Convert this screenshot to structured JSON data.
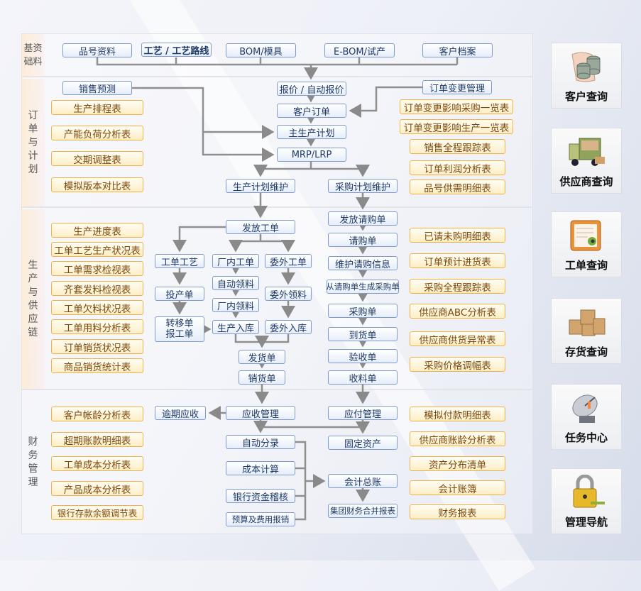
{
  "sections": {
    "basic": "基资础料",
    "order": "订单与计划",
    "prod": "生产与供应链",
    "fin": "财务管理"
  },
  "basic": [
    "品号资料",
    "工艺 / 工艺路线",
    "BOM/模具",
    "E-BOM/试产",
    "客户档案"
  ],
  "order": {
    "forecast": "销售预测",
    "quote": "报价 / 自动报价",
    "change": "订单变更管理",
    "customer_order": "客户订单",
    "mps": "主生产计划",
    "mrp": "MRP/LRP",
    "prod_plan": "生产计划维护",
    "pur_plan": "采购计划维护",
    "left_reports": [
      "生产排程表",
      "产能负荷分析表",
      "交期调整表",
      "模拟版本对比表"
    ],
    "right_reports": [
      "订单变更影响采购一览表",
      "订单变更影响生产一览表",
      "销售全程跟踪表",
      "订单利润分析表",
      "品号供需明细表"
    ]
  },
  "prod": {
    "release_wo": "发放工单",
    "wo_routing": "工单工艺",
    "in_wo": "厂内工单",
    "out_wo": "委外工单",
    "auto_issue": "自动领料",
    "in_issue": "厂内领料",
    "prod_in": "生产入库",
    "start": "投产单",
    "transfer": "转移单",
    "report": "报工单",
    "out_issue": "委外领料",
    "out_in": "委外入库",
    "ship": "发货单",
    "sale": "销货单",
    "release_pr": "发放请购单",
    "pr": "请购单",
    "pr_info": "维护请购信息",
    "pr_to_po": "从请购单生成采购单",
    "po": "采购单",
    "arrival": "到货单",
    "inspect": "验收单",
    "receipt": "收料单",
    "left_reports": [
      "生产进度表",
      "工单工艺生产状况表",
      "工单需求检视表",
      "齐套发料检视表",
      "工单欠料状况表",
      "工单用料分析表",
      "订单销货状况表",
      "商品销货统计表"
    ],
    "right_reports": [
      "已请未购明细表",
      "订单预计进货表",
      "采购全程跟踪表",
      "供应商ABC分析表",
      "供应商供货异常表",
      "采购价格调幅表"
    ]
  },
  "fin": {
    "overdue": "逾期应收",
    "ar": "应收管理",
    "ap": "应付管理",
    "auto_entry": "自动分录",
    "fixed": "固定资产",
    "cost": "成本计算",
    "bank": "银行资金稽核",
    "budget": "预算及费用报销",
    "gl": "会计总账",
    "group": "集团财务合并报表",
    "left_reports": [
      "客户帐龄分析表",
      "超期账款明细表",
      "工单成本分析表",
      "产品成本分析表",
      "银行存款余额调节表"
    ],
    "right_reports": [
      "模拟付款明细表",
      "供应商账龄分析表",
      "资产分布清单",
      "会计账簿",
      "财务报表"
    ]
  },
  "nav": [
    "客户查询",
    "供应商查询",
    "工单查询",
    "存货查询",
    "任务中心",
    "管理导航"
  ]
}
